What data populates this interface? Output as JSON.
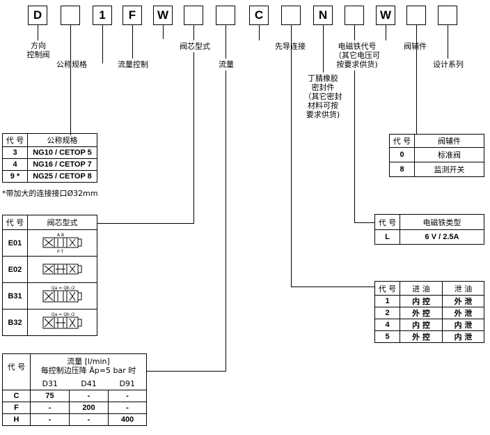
{
  "code_boxes": [
    {
      "id": "b0",
      "char": "D"
    },
    {
      "id": "b1",
      "char": ""
    },
    {
      "id": "b2",
      "char": "1"
    },
    {
      "id": "b3",
      "char": "F"
    },
    {
      "id": "b4",
      "char": "W"
    },
    {
      "id": "b5",
      "char": ""
    },
    {
      "id": "b6",
      "char": ""
    },
    {
      "id": "b7",
      "char": "C"
    },
    {
      "id": "b8",
      "char": ""
    },
    {
      "id": "b9",
      "char": "N"
    },
    {
      "id": "b10",
      "char": ""
    },
    {
      "id": "b11",
      "char": "W"
    },
    {
      "id": "b12",
      "char": ""
    },
    {
      "id": "b13",
      "char": ""
    }
  ],
  "labels": {
    "direction_line1": "方向",
    "direction_line2": "控制阀",
    "nominal_size": "公称规格",
    "flow_control": "流量控制",
    "spool_type": "阀芯型式",
    "flow": "流量",
    "pilot_connection": "先导连接",
    "solenoid_line1": "电磁铁代号",
    "solenoid_line2": "（其它电压可",
    "solenoid_line3": "按要求供货)",
    "accessory": "阀辅件",
    "design_series": "设计系列",
    "seal_line1": "丁腈橡胶",
    "seal_line2": "密封件",
    "seal_line3": "（其它密封",
    "seal_line4": "材料可按",
    "seal_line5": "要求供货)"
  },
  "size_table": {
    "header_code": "代 号",
    "header_name": "公称规格",
    "rows": [
      {
        "code": "3",
        "value": "NG10 / CETOP 5"
      },
      {
        "code": "4",
        "value": "NG16 / CETOP 7"
      },
      {
        "code": "9 *",
        "value": "NG25 / CETOP 8"
      }
    ],
    "note": "*带加大的连接接口Ø32mm"
  },
  "spool_table": {
    "header_code": "代 号",
    "header_name": "阀芯型式",
    "rows": [
      {
        "code": "E01",
        "top_label": "A  B",
        "bottom_label": "P  T"
      },
      {
        "code": "E02",
        "top_label": "",
        "bottom_label": ""
      },
      {
        "code": "B31",
        "top_label": "Qa = Qb /2",
        "bottom_label": ""
      },
      {
        "code": "B32",
        "top_label": "Qa = Qb /2",
        "bottom_label": ""
      }
    ]
  },
  "flow_table": {
    "header_code": "代 号",
    "header_title": "流量  [l/min]",
    "header_sub": "每控制边压降 Äp=5 bar 时",
    "columns": [
      "D31",
      "D41",
      "D91"
    ],
    "rows": [
      {
        "code": "C",
        "values": [
          "75",
          "-",
          "-"
        ]
      },
      {
        "code": "F",
        "values": [
          "-",
          "200",
          "-"
        ]
      },
      {
        "code": "H",
        "values": [
          "-",
          "-",
          "400"
        ]
      }
    ]
  },
  "accessory_table": {
    "header_code": "代 号",
    "header_name": "阀辅件",
    "rows": [
      {
        "code": "0",
        "value": "标准阀"
      },
      {
        "code": "8",
        "value": "监测开关"
      }
    ]
  },
  "solenoid_table": {
    "header_code": "代 号",
    "header_name": "电磁铁类型",
    "rows": [
      {
        "code": "L",
        "value": "6 V / 2.5A"
      }
    ]
  },
  "pilot_table": {
    "header_code": "代 号",
    "header_in": "进 油",
    "header_drain": "泄 油",
    "rows": [
      {
        "code": "1",
        "in": "内 控",
        "drain": "外 泄"
      },
      {
        "code": "2",
        "in": "外 控",
        "drain": "外 泄"
      },
      {
        "code": "4",
        "in": "内 控",
        "drain": "内 泄"
      },
      {
        "code": "5",
        "in": "外 控",
        "drain": "内 泄"
      }
    ]
  }
}
